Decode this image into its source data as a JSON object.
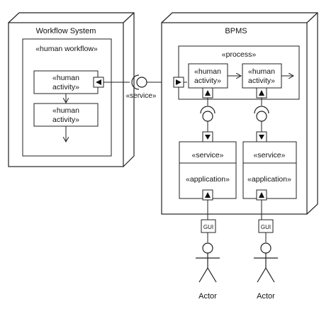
{
  "workflow_system": {
    "title": "Workflow System",
    "container_label": "«human workflow»",
    "activity_1": [
      "«human",
      "activity»"
    ],
    "activity_2": [
      "«human",
      "activity»"
    ]
  },
  "service_interface": {
    "label": "«service»"
  },
  "bpms": {
    "title": "BPMS",
    "process_label": "«process»",
    "activity_1": [
      "«human",
      "activity»"
    ],
    "activity_2": [
      "«human",
      "activity»"
    ],
    "component_1": {
      "service": "«service»",
      "application": "«application»"
    },
    "component_2": {
      "service": "«service»",
      "application": "«application»"
    }
  },
  "gui": {
    "label_1": "GUI",
    "label_2": "GUI"
  },
  "actors": {
    "actor_1": "Actor",
    "actor_2": "Actor"
  },
  "colors": {
    "stroke": "#222222",
    "fill": "#ffffff",
    "text": "#111111"
  }
}
